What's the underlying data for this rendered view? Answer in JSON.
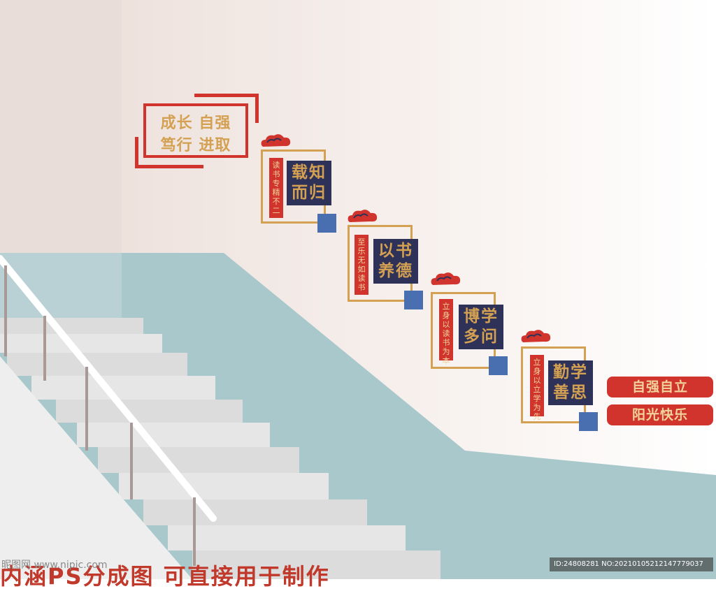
{
  "title_block": {
    "line1": "成长 自强",
    "line2": "笃行 进取"
  },
  "panels": [
    {
      "vertical_text": "读书专精不二",
      "box_line1": "载知",
      "box_line2": "而归"
    },
    {
      "vertical_text": "至乐无如读书",
      "box_line1": "以书",
      "box_line2": "养德"
    },
    {
      "vertical_text": "立身以读书为本",
      "box_line1": "博学",
      "box_line2": "多问"
    },
    {
      "vertical_text": "立身以立学为先",
      "box_line1": "勤学",
      "box_line2": "善思"
    }
  ],
  "slogans": [
    "自强自立",
    "阳光快乐"
  ],
  "bottom_caption": "内涵PS分成图 可直接用于制作",
  "watermark": {
    "site": "昵图网 www.nipic.com",
    "id": "ID:24808281 NO:20210105212147779037"
  },
  "colors": {
    "red": "#d0342c",
    "gold": "#d4a052",
    "navy": "#2e3258",
    "blue_square": "#4a6fb0",
    "wall_teal": "#a9c8cc"
  }
}
